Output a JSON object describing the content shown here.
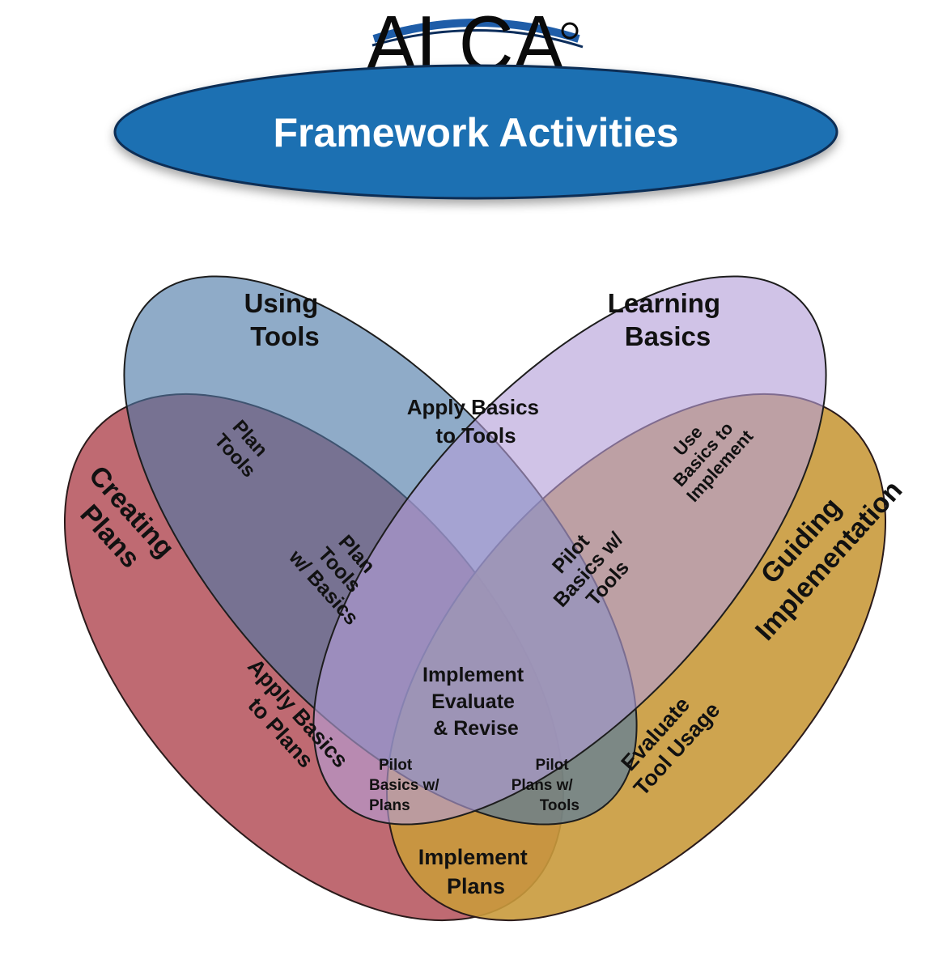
{
  "logo": {
    "text": "ALCA"
  },
  "banner": {
    "title": "Framework Activities"
  },
  "colors": {
    "banner_fill": "#1f6fb2",
    "using_tools": "#4a78a6",
    "learning_basics": "#b39ed8",
    "creating_plans": "#b85a63",
    "guiding_implementation": "#c99a3c"
  },
  "sets": {
    "using_tools": [
      "Using",
      "Tools"
    ],
    "learning_basics": [
      "Learning",
      "Basics"
    ],
    "creating_plans": [
      "Creating",
      "Plans"
    ],
    "guiding_implementation": [
      "Guiding",
      "Implementation"
    ]
  },
  "regions": {
    "apply_basics_to_tools": [
      "Apply Basics",
      "to Tools"
    ],
    "plan_tools": [
      "Plan",
      "Tools"
    ],
    "use_basics_to_implement": [
      "Use",
      "Basics to",
      "Implement"
    ],
    "plan_tools_w_basics": [
      "Plan",
      "Tools",
      "w/ Basics"
    ],
    "pilot_basics_w_tools": [
      "Pilot",
      "Basics w/",
      "Tools"
    ],
    "implement_evaluate_revise": [
      "Implement",
      "Evaluate",
      "& Revise"
    ],
    "apply_basics_to_plans": [
      "Apply Basics",
      "to Plans"
    ],
    "evaluate_tool_usage": [
      "Evaluate",
      "Tool Usage"
    ],
    "pilot_basics_w_plans": [
      "Pilot",
      "Basics w/",
      "Plans"
    ],
    "pilot_plans_w_tools": [
      "Pilot",
      "Plans w/",
      "Tools"
    ],
    "implement_plans": [
      "Implement",
      "Plans"
    ]
  }
}
